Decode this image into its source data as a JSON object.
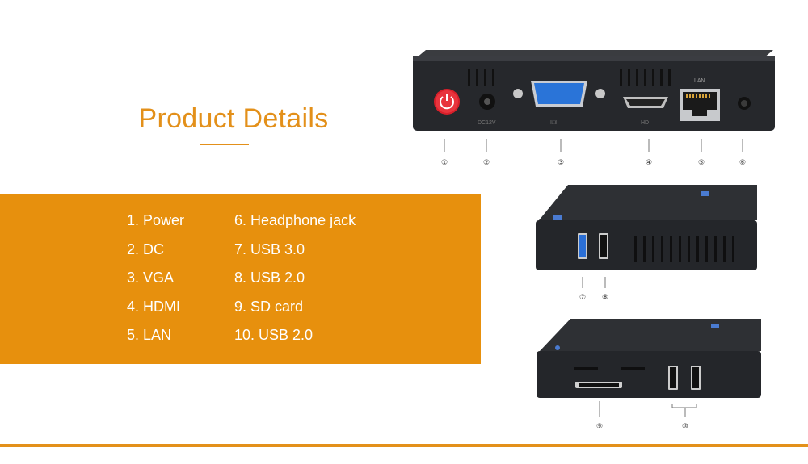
{
  "title": "Product Details",
  "specs": {
    "col1": [
      "1. Power",
      "2. DC",
      "3. VGA",
      "4. HDMI",
      "5. LAN"
    ],
    "col2": [
      "6. Headphone jack",
      "7. USB 3.0",
      "8. USB 2.0",
      "9. SD card",
      "10. USB 2.0"
    ]
  },
  "rear_panel": {
    "dc_label": "DC12V",
    "hdmi_label": "HD",
    "lan_label": "LAN",
    "callouts": [
      "①",
      "②",
      "③",
      "④",
      "⑤",
      "⑥"
    ]
  },
  "side_panel": {
    "callouts": [
      "⑦",
      "⑧"
    ]
  },
  "front_panel": {
    "callouts": [
      "⑨",
      "⑩"
    ]
  },
  "colors": {
    "accent": "#e3901a",
    "panel": "#e7900d",
    "power_button": "#e0202a",
    "vga_port": "#2a74d8",
    "usb3": "#2b6fd6",
    "device_body": "#2a2c30"
  }
}
